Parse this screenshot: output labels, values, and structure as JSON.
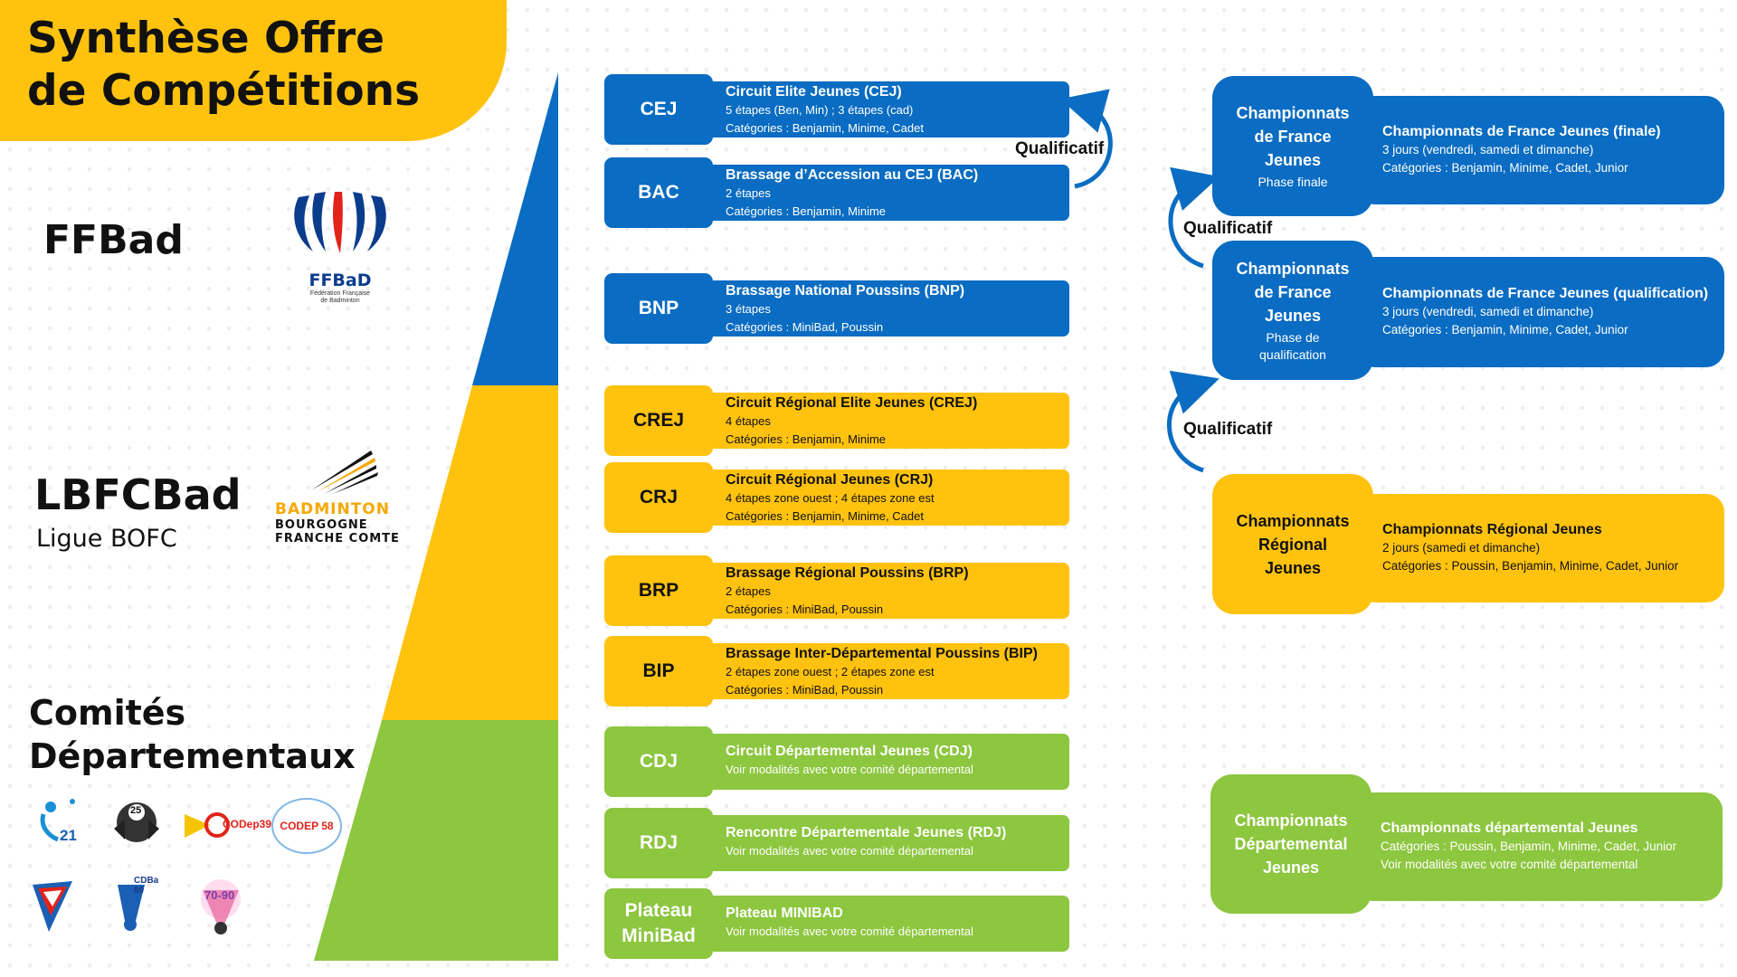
{
  "title": {
    "line1": "Synthèse Offre",
    "line2": "de Compétitions"
  },
  "levels": {
    "national": {
      "name": "FFBad",
      "logo_text": "FFBaD",
      "logo_sub1": "Fédération Française",
      "logo_sub2": "de Badminton"
    },
    "regional": {
      "name": "LBFCBad",
      "sub": "Ligue BOFC",
      "logo_line1": "BADMINTON",
      "logo_line2": "BOURGOGNE",
      "logo_line3": "FRANCHE COMTE"
    },
    "departmental": {
      "name_line1": "Comités",
      "name_line2": "Départementaux",
      "logos": [
        "21",
        "25",
        "CODep39",
        "CODEP 58",
        "",
        "CDBa 89",
        "70-90"
      ]
    }
  },
  "colors": {
    "blue": "#0A6CC2",
    "yellow": "#FFC20E",
    "green": "#8DC63F"
  },
  "competitions": [
    {
      "abbr": "CEJ",
      "title": "Circuit Elite Jeunes (CEJ)",
      "lines": [
        "5 étapes (Ben, Min) ; 3 étapes (cad)",
        "Catégories : Benjamin, Minime, Cadet"
      ]
    },
    {
      "abbr": "BAC",
      "title": "Brassage d’Accession au CEJ (BAC)",
      "lines": [
        "2 étapes",
        "Catégories : Benjamin, Minime"
      ]
    },
    {
      "abbr": "BNP",
      "title": "Brassage National Poussins (BNP)",
      "lines": [
        "3 étapes",
        "Catégories : MiniBad, Poussin"
      ]
    },
    {
      "abbr": "CREJ",
      "title": "Circuit Régional Elite Jeunes (CREJ)",
      "lines": [
        "4 étapes",
        "Catégories : Benjamin, Minime"
      ]
    },
    {
      "abbr": "CRJ",
      "title": "Circuit Régional Jeunes (CRJ)",
      "lines": [
        "4 étapes zone ouest ; 4 étapes zone est",
        "Catégories : Benjamin, Minime, Cadet"
      ]
    },
    {
      "abbr": "BRP",
      "title": "Brassage Régional Poussins (BRP)",
      "lines": [
        "2 étapes",
        "Catégories : MiniBad, Poussin"
      ]
    },
    {
      "abbr": "BIP",
      "title": "Brassage Inter-Départemental Poussins (BIP)",
      "lines": [
        "2 étapes zone ouest ; 2 étapes zone est",
        "Catégories : MiniBad, Poussin"
      ]
    },
    {
      "abbr": "CDJ",
      "title": "Circuit Départemental Jeunes (CDJ)",
      "lines": [
        "Voir modalités avec votre comité départemental"
      ]
    },
    {
      "abbr": "RDJ",
      "title": "Rencontre Départementale Jeunes (RDJ)",
      "lines": [
        "Voir modalités avec votre comité départemental"
      ]
    },
    {
      "abbr_line1": "Plateau",
      "abbr_line2": "MiniBad",
      "title": "Plateau MINIBAD",
      "lines": [
        "Voir modalités avec votre comité départemental"
      ]
    }
  ],
  "championships": [
    {
      "name_lines": [
        "Championnats",
        "de France",
        "Jeunes"
      ],
      "phase_lines": [
        "Phase finale"
      ],
      "title": "Championnats de France Jeunes (finale)",
      "lines": [
        "3 jours (vendredi, samedi et dimanche)",
        "Catégories : Benjamin, Minime, Cadet, Junior"
      ]
    },
    {
      "name_lines": [
        "Championnats",
        "de France",
        "Jeunes"
      ],
      "phase_lines": [
        "Phase de",
        "qualification"
      ],
      "title": "Championnats de France Jeunes (qualification)",
      "lines": [
        "3 jours (vendredi, samedi et dimanche)",
        "Catégories : Benjamin, Minime, Cadet, Junior"
      ]
    },
    {
      "name_lines": [
        "Championnats",
        "Régional",
        "Jeunes"
      ],
      "phase_lines": [],
      "title": "Championnats Régional Jeunes",
      "lines": [
        "2 jours (samedi et dimanche)",
        "Catégories : Poussin, Benjamin, Minime, Cadet, Junior"
      ]
    },
    {
      "name_lines": [
        "Championnats",
        "Départemental",
        "Jeunes"
      ],
      "phase_lines": [],
      "title": "Championnats départemental Jeunes",
      "lines": [
        "Catégories : Poussin, Benjamin, Minime, Cadet, Junior",
        "Voir modalités avec votre comité départemental"
      ]
    }
  ],
  "qualificatif_label": "Qualificatif"
}
